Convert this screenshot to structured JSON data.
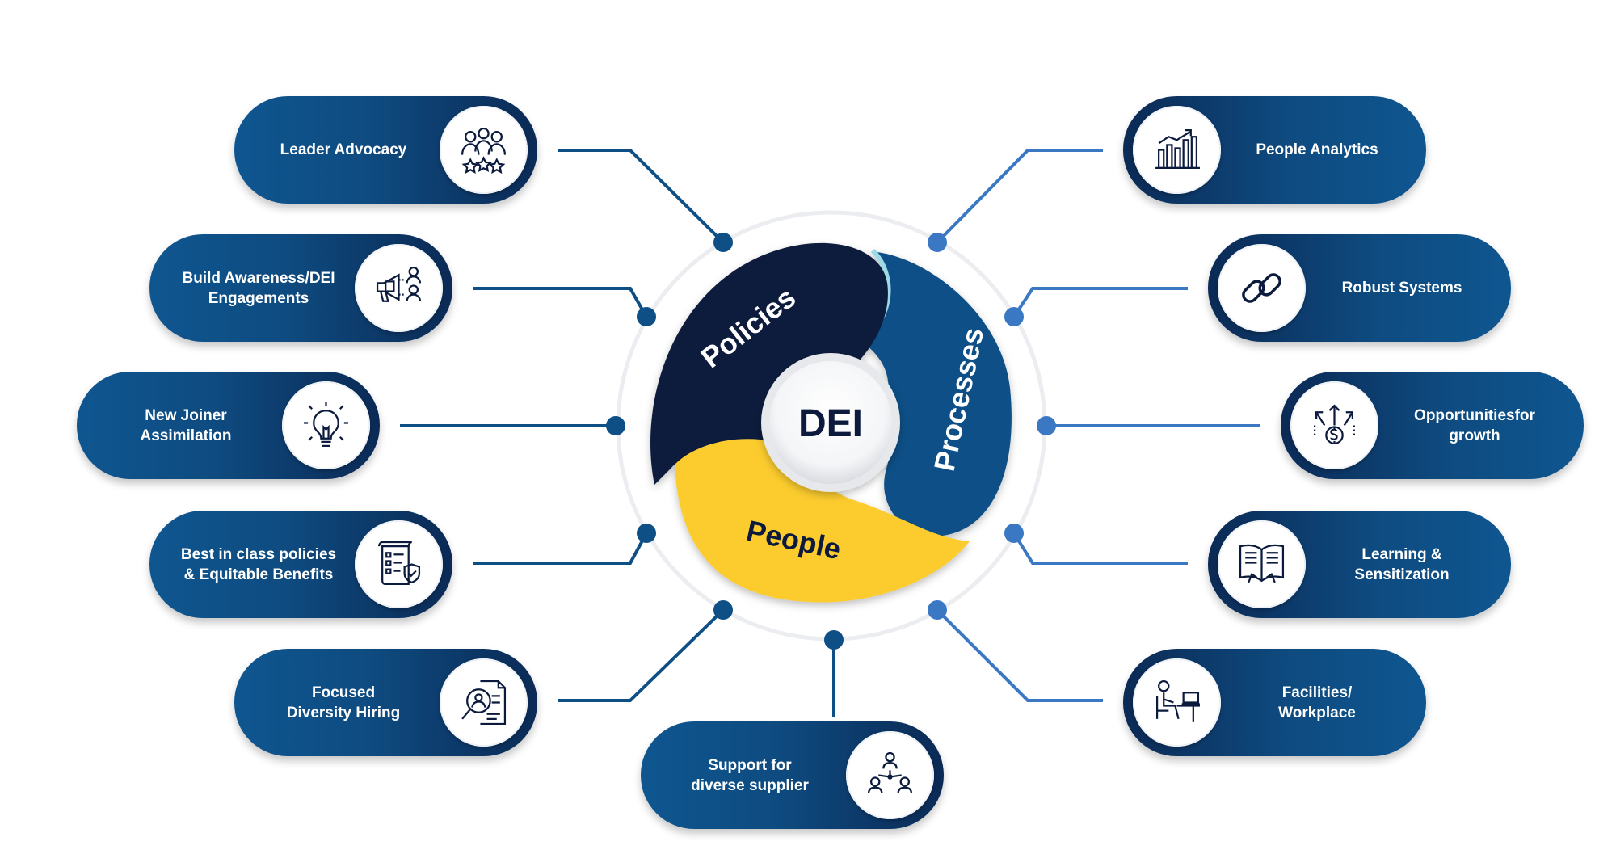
{
  "center": {
    "hub_label": "DEI",
    "segments": [
      {
        "id": "policies",
        "label": "Policies",
        "color": "#0b1a3d",
        "text_color": "#ffffff"
      },
      {
        "id": "processes",
        "label": "Processes",
        "color": "#0e4f86",
        "text_color": "#ffffff"
      },
      {
        "id": "people",
        "label": "People",
        "color": "#fccc2f",
        "text_color": "#0b1a3d"
      }
    ]
  },
  "left_items": [
    {
      "label": "Leader Advocacy",
      "icon": "team-star-icon"
    },
    {
      "label": "Build Awareness/DEI\nEngagements",
      "icon": "megaphone-people-icon"
    },
    {
      "label": "New Joiner\nAssimilation",
      "icon": "lightbulb-icon"
    },
    {
      "label": "Best in class policies\n& Equitable Benefits",
      "icon": "policy-document-icon"
    },
    {
      "label": "Focused\nDiversity Hiring",
      "icon": "candidate-search-icon"
    }
  ],
  "right_items": [
    {
      "label": "People Analytics",
      "icon": "bar-chart-icon"
    },
    {
      "label": "Robust Systems",
      "icon": "chain-link-icon"
    },
    {
      "label": "Opportunitiesfor\ngrowth",
      "icon": "growth-dollar-icon"
    },
    {
      "label": "Learning &\nSensitization",
      "icon": "open-book-icon"
    },
    {
      "label": "Facilities/\nWorkplace",
      "icon": "person-at-desk-icon"
    }
  ],
  "bottom_item": {
    "label": "Support for\ndiverse supplier",
    "icon": "supplier-network-icon"
  },
  "colors": {
    "connector_left": "#0e4f86",
    "connector_right": "#3a78c4",
    "pill_dark": "#0b2a55",
    "pill_light": "#0f5690",
    "ring": "#e8eaed"
  }
}
